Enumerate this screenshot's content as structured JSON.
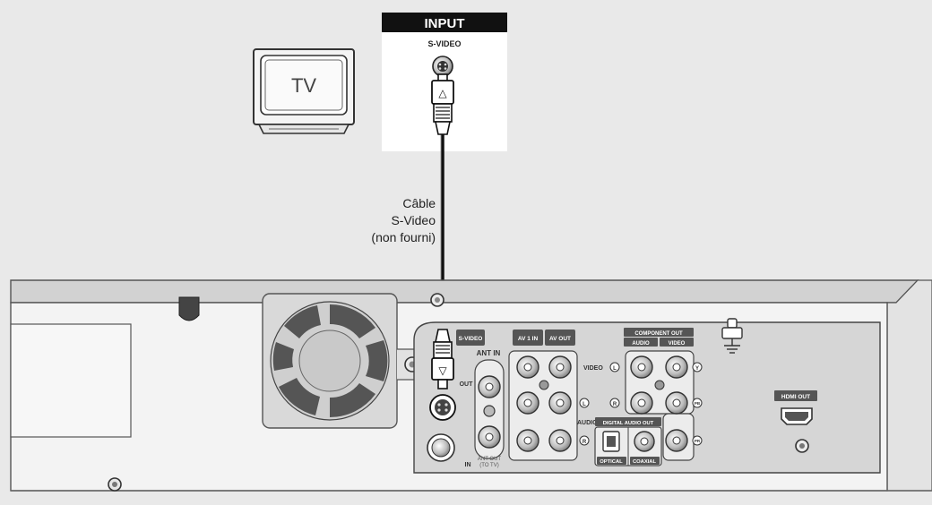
{
  "tv": {
    "label": "TV"
  },
  "tv_input": {
    "header": "INPUT",
    "jack_label": "S-VIDEO"
  },
  "cable": {
    "line1": "Câble",
    "line2": "S-Video",
    "line3": "(non fourni)"
  },
  "connector_marks": {
    "up": "△",
    "down": "▽"
  },
  "panel": {
    "svideo_label": "S-VIDEO",
    "ant_in_label": "ANT IN",
    "out_label": "OUT",
    "in_label": "IN",
    "ant_out_label_1": "ANT OUT",
    "ant_out_label_2": "(TO TV)",
    "av1_in_label": "AV 1 IN",
    "av_out_label": "AV OUT",
    "video_label": "VIDEO",
    "audio_label": "AUDIO",
    "component_out_label": "COMPONENT OUT",
    "component_audio_label": "AUDIO",
    "component_video_label": "VIDEO",
    "digital_audio_out_label": "DIGITAL AUDIO OUT",
    "optical_label": "OPTICAL",
    "coaxial_label": "COAXIAL",
    "hdmi_out_label": "HDMI OUT",
    "left_mark": "L",
    "right_mark": "R",
    "y_mark": "Y",
    "pb_mark": "PB",
    "pr_mark": "PR"
  },
  "colors": {
    "background": "#e9e9e9",
    "panel_face": "#f2f2f2",
    "panel_top": "#cfcfcf",
    "jack_block": "#d6d6d6",
    "label_fill": "#555555",
    "cable": "#111111"
  }
}
